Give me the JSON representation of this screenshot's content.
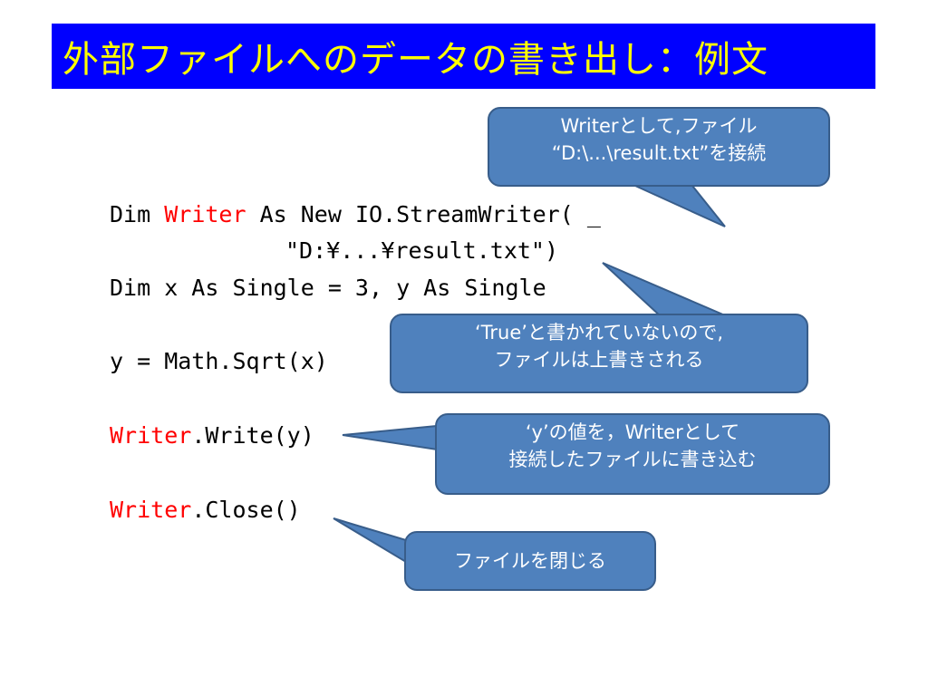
{
  "title": "外部ファイルへのデータの書き出し：例文",
  "code": {
    "line1": {
      "part1": "Dim ",
      "red": "Writer",
      "part2": " As New IO.StreamWriter( _"
    },
    "line2": "\"D:¥...¥result.txt\")",
    "line3": "Dim x As Single = 3, y As Single",
    "line4": "y = Math.Sqrt(x)",
    "line5": {
      "red": "Writer",
      "rest": ".Write(y)"
    },
    "line6": {
      "red": "Writer",
      "rest": ".Close()"
    }
  },
  "callouts": {
    "writer_connect": {
      "line1": "Writerとして,ファイル",
      "line2": "“D:\\...\\result.txt”を接続"
    },
    "overwrite": {
      "line1": "‘True’と書かれていないので,",
      "line2": "ファイルは上書きされる"
    },
    "write_value": {
      "line1": "‘y’の値を，Writerとして",
      "line2": "接続したファイルに書き込む"
    },
    "close_file": {
      "line1": "ファイルを閉じる"
    }
  },
  "colors": {
    "title_bg": "#0000ff",
    "title_text": "#ffff00",
    "callout_fill": "#4f81bd",
    "callout_border": "#385d8a",
    "keyword_red": "#ff0000"
  }
}
